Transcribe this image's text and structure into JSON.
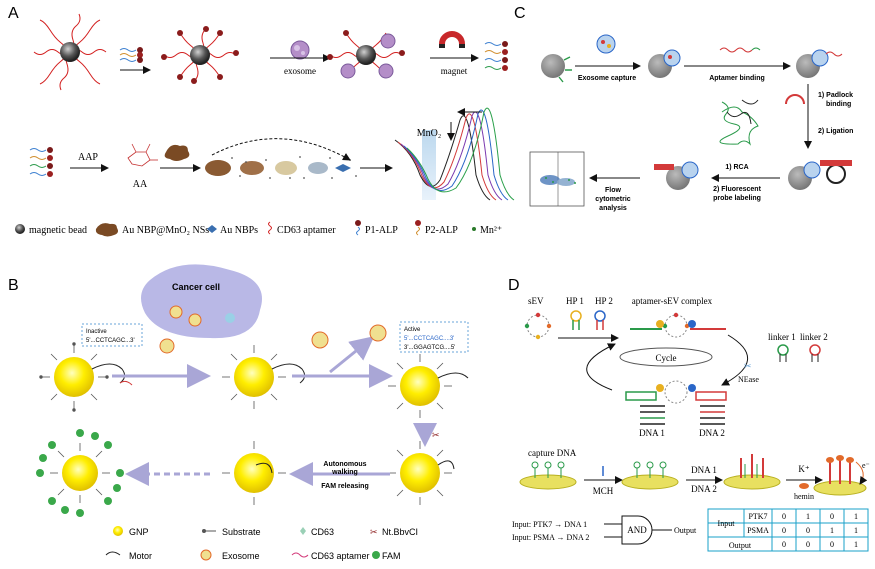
{
  "panels": {
    "a": {
      "label": "A",
      "exosome": "exosome",
      "magnet": "magnet",
      "aap": "AAP",
      "aa": "AA",
      "mno2": "MnO₂",
      "legend": {
        "bead": "magnetic bead",
        "nss": "Au NBP@MnO₂ NSs",
        "nbps": "Au NBPs",
        "aptamer": "CD63 aptamer",
        "p1": "P1-ALP",
        "p2": "P2-ALP",
        "mn": "Mn²⁺"
      }
    },
    "b": {
      "label": "B",
      "cancer_cell": "Cancer cell",
      "inactive": "Inactive",
      "inactive_seq": "5'...CCTCAGC...3'",
      "active": "Active",
      "active_seq1": "5'...CCTCAGC....3'",
      "active_seq2": "3'...GGAGTCG....5'",
      "walk1": "Autonomous",
      "walk2": "walking",
      "walk3": "FAM releasing",
      "legend": {
        "gnp": "GNP",
        "substrate": "Substrate",
        "cd63": "CD63",
        "nt": "Nt.BbvCI",
        "motor": "Motor",
        "exosome": "Exosome",
        "aptamer": "CD63 aptamer",
        "fam": "FAM"
      }
    },
    "c": {
      "label": "C",
      "capture": "Exosome capture",
      "aptamer_binding": "Aptamer binding",
      "padlock1": "1) Padlock",
      "padlock2": "binding",
      "ligation": "2) Ligation",
      "rca": "1) RCA",
      "fluor1": "2) Fluorescent",
      "fluor2": "probe labeling",
      "flow1": "Flow",
      "flow2": "cytometric",
      "flow3": "analysis"
    },
    "d": {
      "label": "D",
      "sev": "sEV",
      "hp1": "HP 1",
      "hp2": "HP 2",
      "complex": "aptamer-sEV complex",
      "linker1": "linker 1",
      "linker2": "linker 2",
      "cycle": "Cycle",
      "nease": "NEase",
      "dna1": "DNA 1",
      "dna2": "DNA 2",
      "capture_dna": "capture DNA",
      "mch": "MCH",
      "k": "K⁺",
      "hemin": "hemin",
      "electron": "e⁻",
      "input1": "Input:  PTK7 → DNA 1",
      "input2": "Input:  PSMA → DNA 2",
      "and": "AND",
      "output": "Output",
      "table": {
        "input_label": "Input",
        "output_label": "Output",
        "ptk7": "PTK7",
        "psma": "PSMA",
        "ptk7_vals": [
          "0",
          "1",
          "0",
          "1"
        ],
        "psma_vals": [
          "0",
          "0",
          "1",
          "1"
        ],
        "out_vals": [
          "0",
          "0",
          "0",
          "1"
        ]
      }
    }
  }
}
